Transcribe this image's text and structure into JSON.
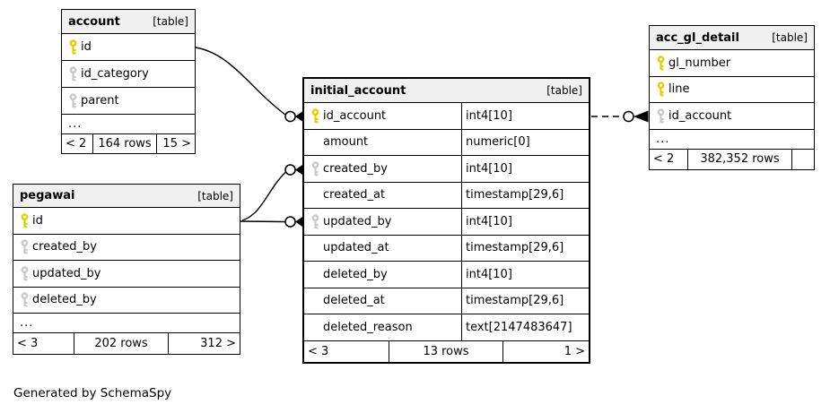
{
  "note": "Generated by SchemaSpy",
  "colors": {
    "primary_key": "#d9d400",
    "foreign_key": "#c9c9c9",
    "header_bg": "#f0f0f0",
    "line": "#000000"
  },
  "tables": [
    {
      "name": "account",
      "tag": "[table]",
      "columns": [
        {
          "name": "id",
          "key": "pk"
        },
        {
          "name": "id_category",
          "key": "fk"
        },
        {
          "name": "parent",
          "key": "fk"
        },
        {
          "name": "...",
          "key": "none"
        }
      ],
      "footer": [
        "< 2",
        "164 rows",
        "15 >"
      ]
    },
    {
      "name": "pegawai",
      "tag": "[table]",
      "columns": [
        {
          "name": "id",
          "key": "pk"
        },
        {
          "name": "created_by",
          "key": "fk"
        },
        {
          "name": "updated_by",
          "key": "fk"
        },
        {
          "name": "deleted_by",
          "key": "fk"
        },
        {
          "name": "...",
          "key": "none"
        }
      ],
      "footer": [
        "< 3",
        "202 rows",
        "312 >"
      ]
    },
    {
      "name": "initial_account",
      "tag": "[table]",
      "columns": [
        {
          "name": "id_account",
          "type": "int4[10]",
          "key": "pk"
        },
        {
          "name": "amount",
          "type": "numeric[0]",
          "key": "none"
        },
        {
          "name": "created_by",
          "type": "int4[10]",
          "key": "fk"
        },
        {
          "name": "created_at",
          "type": "timestamp[29,6]",
          "key": "none"
        },
        {
          "name": "updated_by",
          "type": "int4[10]",
          "key": "fk"
        },
        {
          "name": "updated_at",
          "type": "timestamp[29,6]",
          "key": "none"
        },
        {
          "name": "deleted_by",
          "type": "int4[10]",
          "key": "none"
        },
        {
          "name": "deleted_at",
          "type": "timestamp[29,6]",
          "key": "none"
        },
        {
          "name": "deleted_reason",
          "type": "text[2147483647]",
          "key": "none"
        }
      ],
      "footer": [
        "< 3",
        "13 rows",
        "1 >"
      ]
    },
    {
      "name": "acc_gl_detail",
      "tag": "[table]",
      "columns": [
        {
          "name": "gl_number",
          "key": "pk"
        },
        {
          "name": "line",
          "key": "pk"
        },
        {
          "name": "id_account",
          "key": "fk"
        },
        {
          "name": "...",
          "key": "none"
        }
      ],
      "footer": [
        "< 2",
        "382,352 rows",
        ""
      ]
    }
  ],
  "relationships": [
    {
      "from": "account.id",
      "to": "initial_account.id_account",
      "style": "solid",
      "end_marker": "odot-arrow"
    },
    {
      "from": "pegawai.id",
      "to": "initial_account.created_by",
      "style": "solid",
      "end_marker": "odot-arrow"
    },
    {
      "from": "pegawai.id",
      "to": "initial_account.updated_by",
      "style": "solid",
      "end_marker": "odot-arrow"
    },
    {
      "from": "initial_account.id_account",
      "to": "acc_gl_detail.id_account",
      "style": "dashed",
      "end_marker": "odot-arrow"
    }
  ]
}
